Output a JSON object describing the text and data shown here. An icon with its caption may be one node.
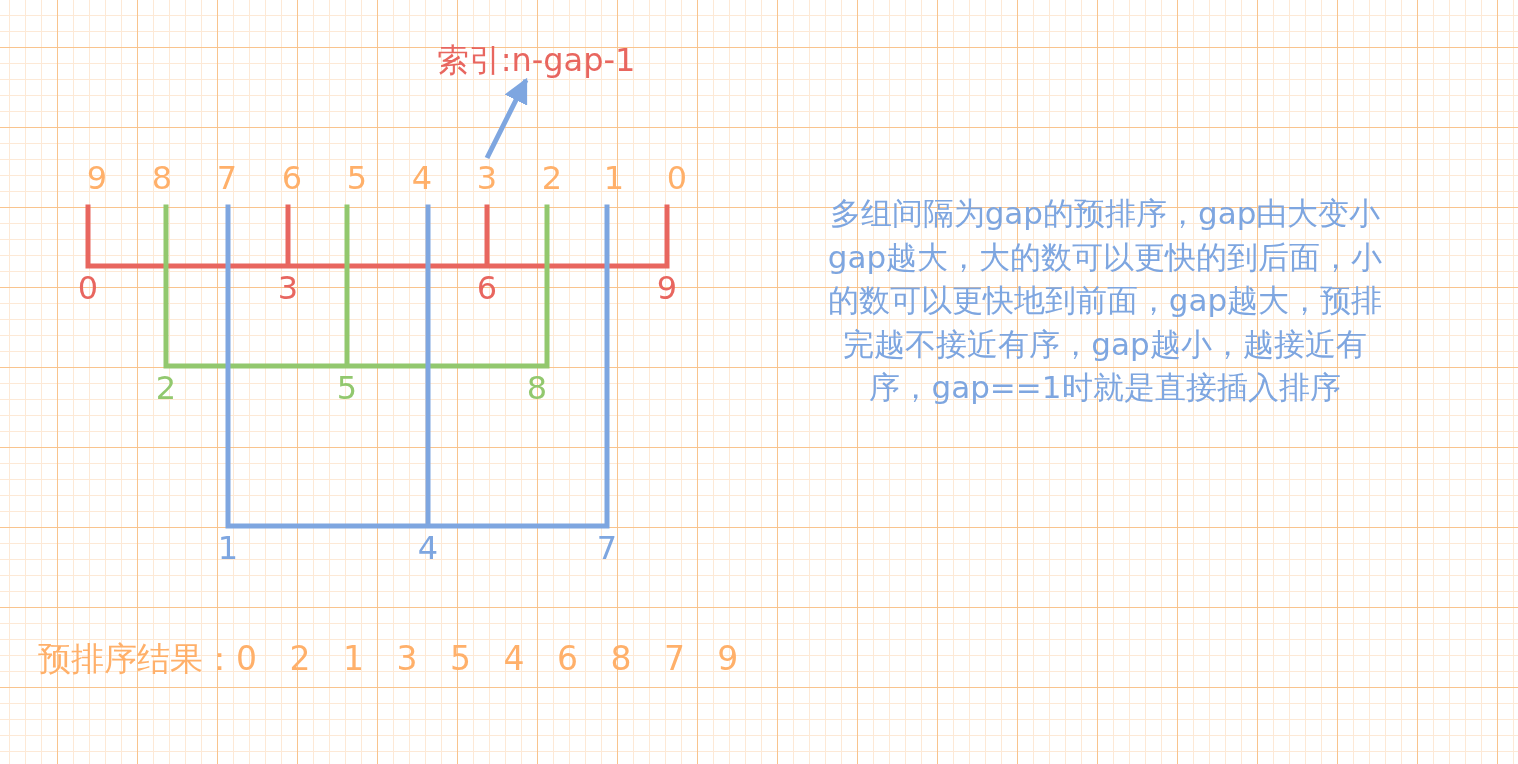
{
  "diagram": {
    "nodes": [
      {
        "text": [
          "索引:n-gap-1"
        ]
      },
      {
        "text": [
          "3"
        ]
      }
    ],
    "edges": [
      {
        "from": 1,
        "to": 0,
        "arrow": "to"
      }
    ],
    "labels": [
      "9",
      "8",
      "7",
      "6",
      "5",
      "4",
      "2",
      "1",
      "0",
      "0",
      "3",
      "6",
      "9",
      "2",
      "5",
      "8",
      "1",
      "4",
      "7",
      "多组间隔为gap的预排序，gap由大变小gap越大，大的数可以更快的到后面，小的数可以更快地到前面，gap越大，预排完越不接近有序，gap越小，越接近有序，gap==1时就是直接插入排序",
      "预排序结果：0 2 1 3 5 4 6 8 7 9"
    ]
  }
}
